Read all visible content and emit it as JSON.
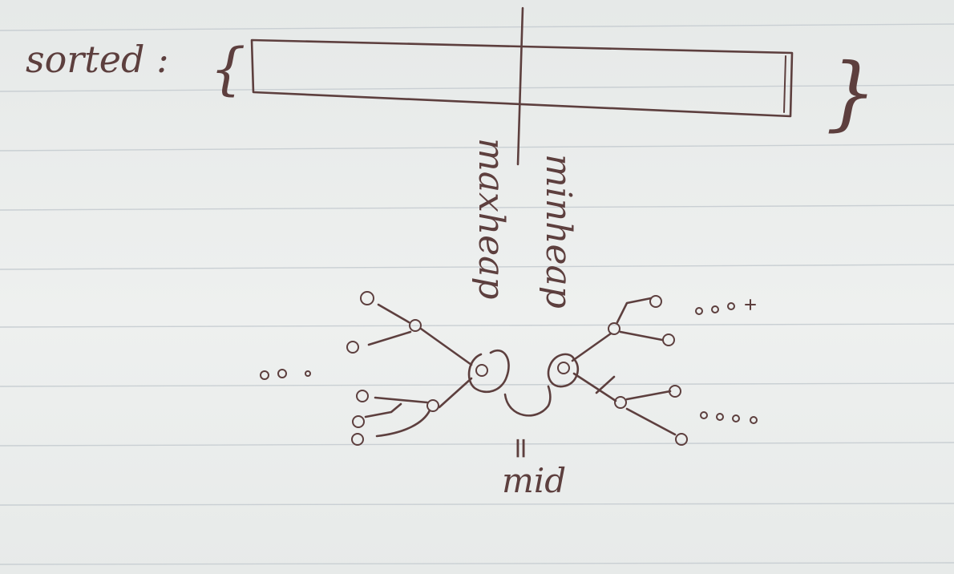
{
  "labels": {
    "sorted": "sorted :",
    "left_brace": "{",
    "right_brace": "}",
    "maxheap": "maxheap",
    "minheap": "minheap",
    "equals": "=",
    "mid": "mid"
  },
  "colors": {
    "ink": "#5d3f3e",
    "paper": "#e9eceb",
    "rule_line": "#c9cfd3"
  }
}
